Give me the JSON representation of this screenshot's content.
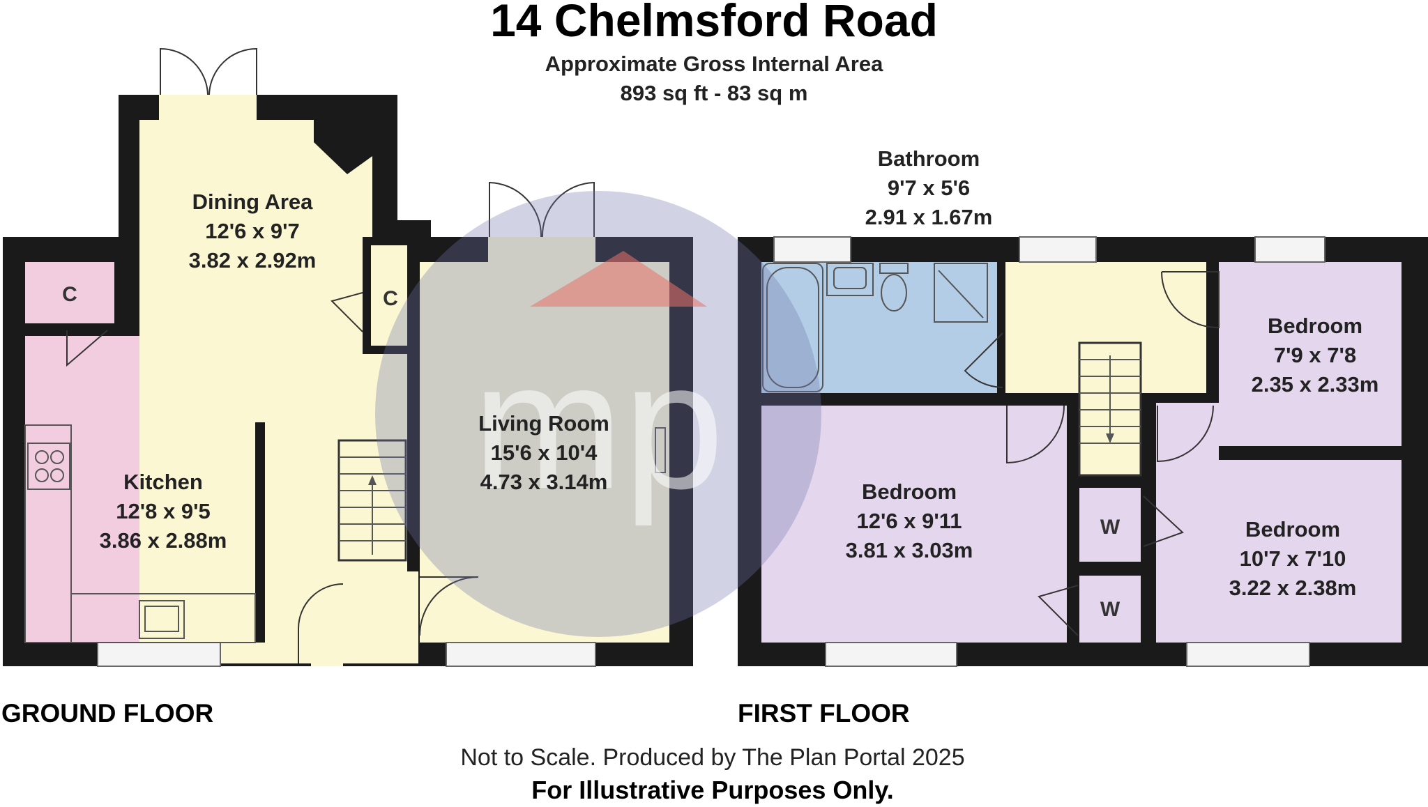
{
  "header": {
    "title": "14 Chelmsford Road",
    "area_label": "Approximate Gross Internal Area",
    "area_value": "893 sq ft - 83 sq m"
  },
  "floors": {
    "ground": "GROUND FLOOR",
    "first": "FIRST FLOOR"
  },
  "rooms": {
    "dining": {
      "name": "Dining Area",
      "imperial": "12'6 x 9'7",
      "metric": "3.82 x 2.92m"
    },
    "kitchen": {
      "name": "Kitchen",
      "imperial": "12'8 x 9'5",
      "metric": "3.86 x 2.88m"
    },
    "living": {
      "name": "Living Room",
      "imperial": "15'6 x 10'4",
      "metric": "4.73 x 3.14m"
    },
    "bathroom": {
      "name": "Bathroom",
      "imperial": "9'7 x 5'6",
      "metric": "2.91 x 1.67m"
    },
    "bedroom1": {
      "name": "Bedroom",
      "imperial": "12'6 x 9'11",
      "metric": "3.81 x 3.03m"
    },
    "bedroom2": {
      "name": "Bedroom",
      "imperial": "7'9 x 7'8",
      "metric": "2.35 x 2.33m"
    },
    "bedroom3": {
      "name": "Bedroom",
      "imperial": "10'7 x 7'10",
      "metric": "3.22 x 2.38m"
    }
  },
  "cupboards": {
    "kitchen_c": "C",
    "hall_c": "C",
    "wardrobe_1": "W",
    "wardrobe_2": "W"
  },
  "footer": {
    "note": "Not to Scale. Produced by The Plan Portal 2025",
    "disclaimer": "For Illustrative Purposes Only."
  },
  "watermark": {
    "text": "mp"
  },
  "colors": {
    "wall": "#1a1a1a",
    "kitchen": "#f2cde0",
    "hall": "#faf7d2",
    "living": "#faf7d2",
    "bathroom": "#b3cde6",
    "bedroom": "#e4d6ec",
    "logo_circle": "#6f76ab",
    "logo_roof": "#e8726a"
  }
}
